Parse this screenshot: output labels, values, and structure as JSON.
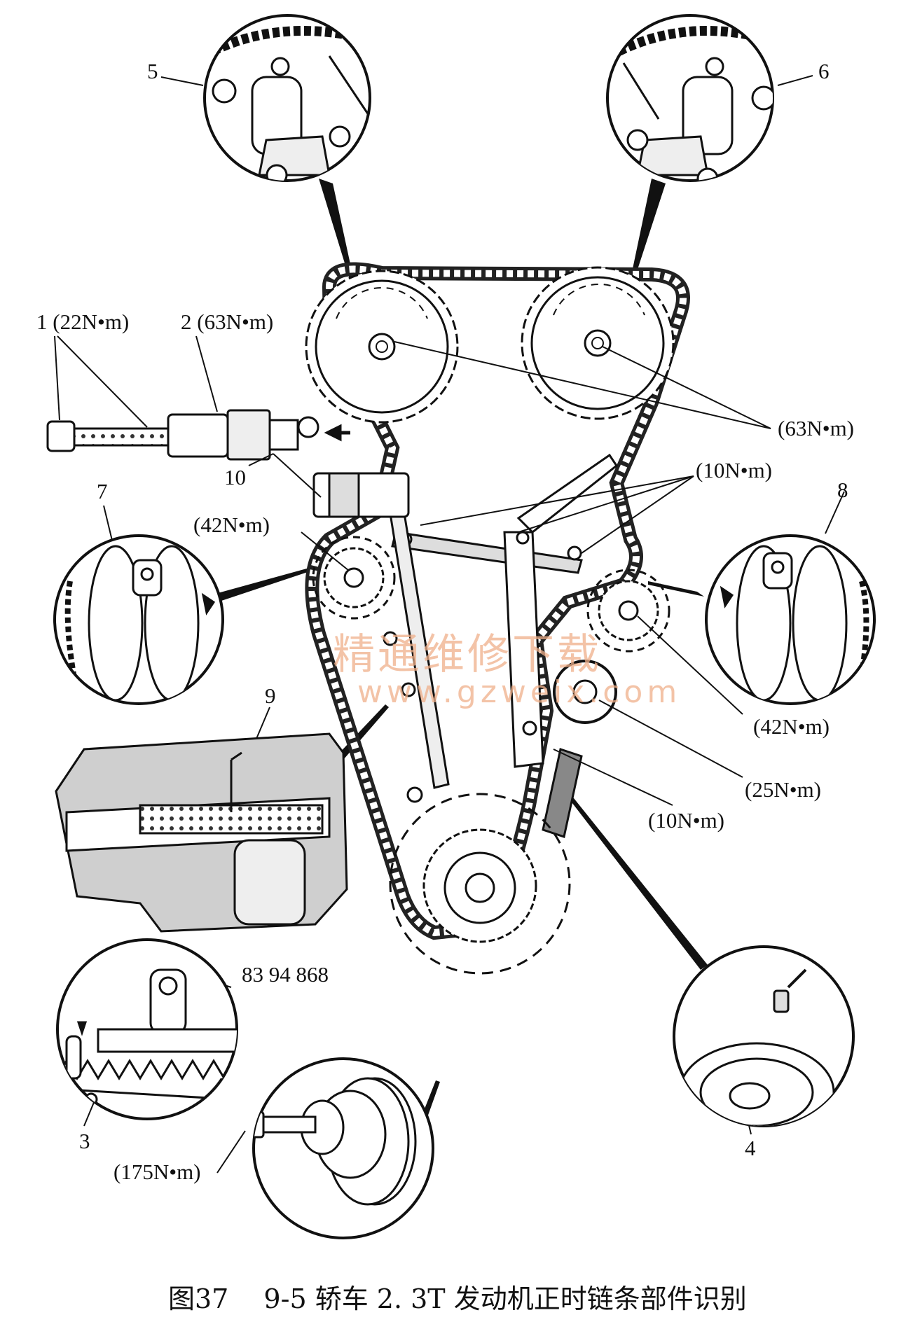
{
  "labels": {
    "l1": "1 (22N•m)",
    "l2": "2 (63N•m)",
    "l3": "3",
    "l4": "4",
    "l5": "5",
    "l6": "6",
    "l7": "7",
    "l8": "8",
    "l9": "9",
    "l10": "10",
    "t_cam": "(63N•m)",
    "t_10a": "(10N•m)",
    "t_42l": "(42N•m)",
    "t_42r": "(42N•m)",
    "t_25": "(25N•m)",
    "t_10b": "(10N•m)",
    "t_175": "(175N•m)",
    "tool": "83 94 868"
  },
  "watermark": {
    "line1": "精通维修下载",
    "line2": "www.gzweix.com"
  },
  "caption": "图37　 9-5 轿车 2. 3T 发动机正时链条部件识别"
}
